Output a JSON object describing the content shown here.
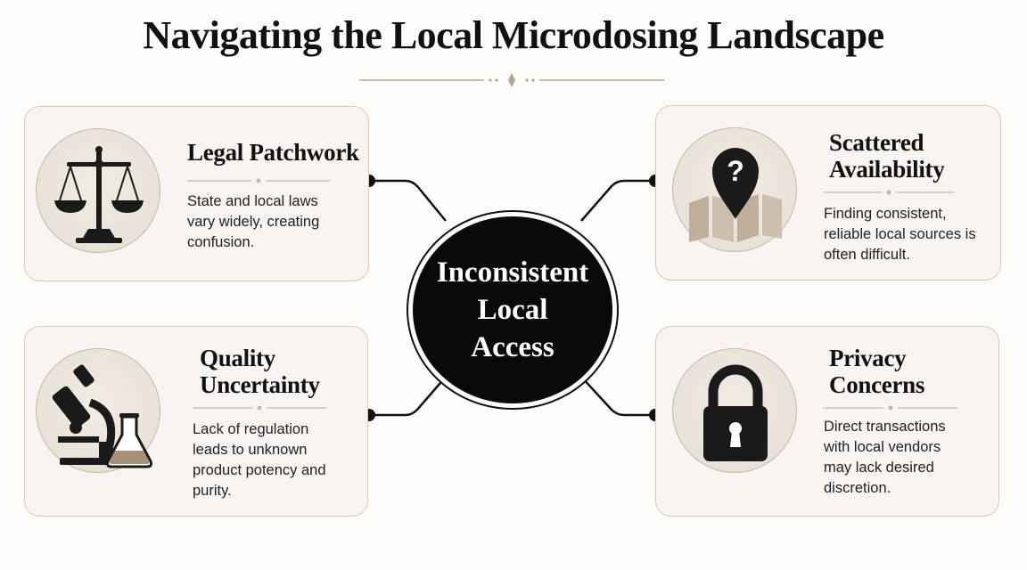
{
  "title": "Navigating the Local Microdosing Landscape",
  "center": {
    "label": "Inconsistent\nLocal\nAccess"
  },
  "cards": [
    {
      "title": "Legal Patchwork",
      "description": "State and local laws vary widely, creating confusion.",
      "icon": "scales-of-justice-icon"
    },
    {
      "title": "Scattered\nAvailability",
      "description": "Finding consistent, reliable local sources is often difficult.",
      "icon": "map-pin-question-icon"
    },
    {
      "title": "Quality\nUncertainty",
      "description": "Lack of regulation leads to unknown product potency and purity.",
      "icon": "microscope-flask-icon"
    },
    {
      "title": "Privacy\nConcerns",
      "description": "Direct transactions with local vendors may lack desired discretion.",
      "icon": "padlock-icon"
    }
  ],
  "colors": {
    "accent": "#b9a58f",
    "card_bg": "#f7f4f1",
    "card_border": "#d8c9b8",
    "hub": "#0a0a0a"
  }
}
